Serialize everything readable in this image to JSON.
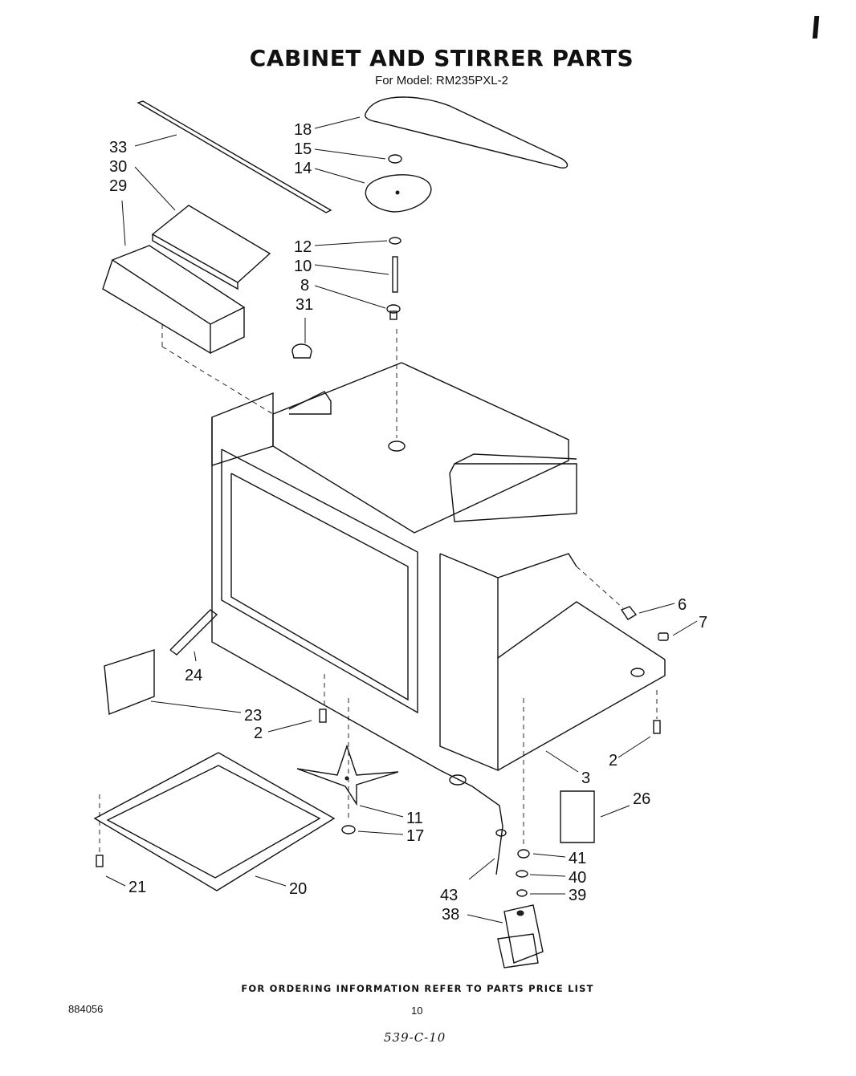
{
  "title": "CABINET AND STIRRER PARTS",
  "subtitle": "For Model: RM235PXL-2",
  "footer_note": "FOR ORDERING INFORMATION REFER TO PARTS PRICE LIST",
  "doc_code": "884056",
  "page_number": "10",
  "handwritten_note": "539-C-10",
  "callouts": {
    "c33": "33",
    "c30": "30",
    "c29": "29",
    "c18": "18",
    "c15": "15",
    "c14": "14",
    "c12": "12",
    "c10": "10",
    "c8": "8",
    "c31": "31",
    "c6": "6",
    "c7": "7",
    "c24": "24",
    "c23": "23",
    "c2a": "2",
    "c2b": "2",
    "c3": "3",
    "c26": "26",
    "c11": "11",
    "c17": "17",
    "c41": "41",
    "c40": "40",
    "c39": "39",
    "c43": "43",
    "c38": "38",
    "c21": "21",
    "c20": "20"
  }
}
